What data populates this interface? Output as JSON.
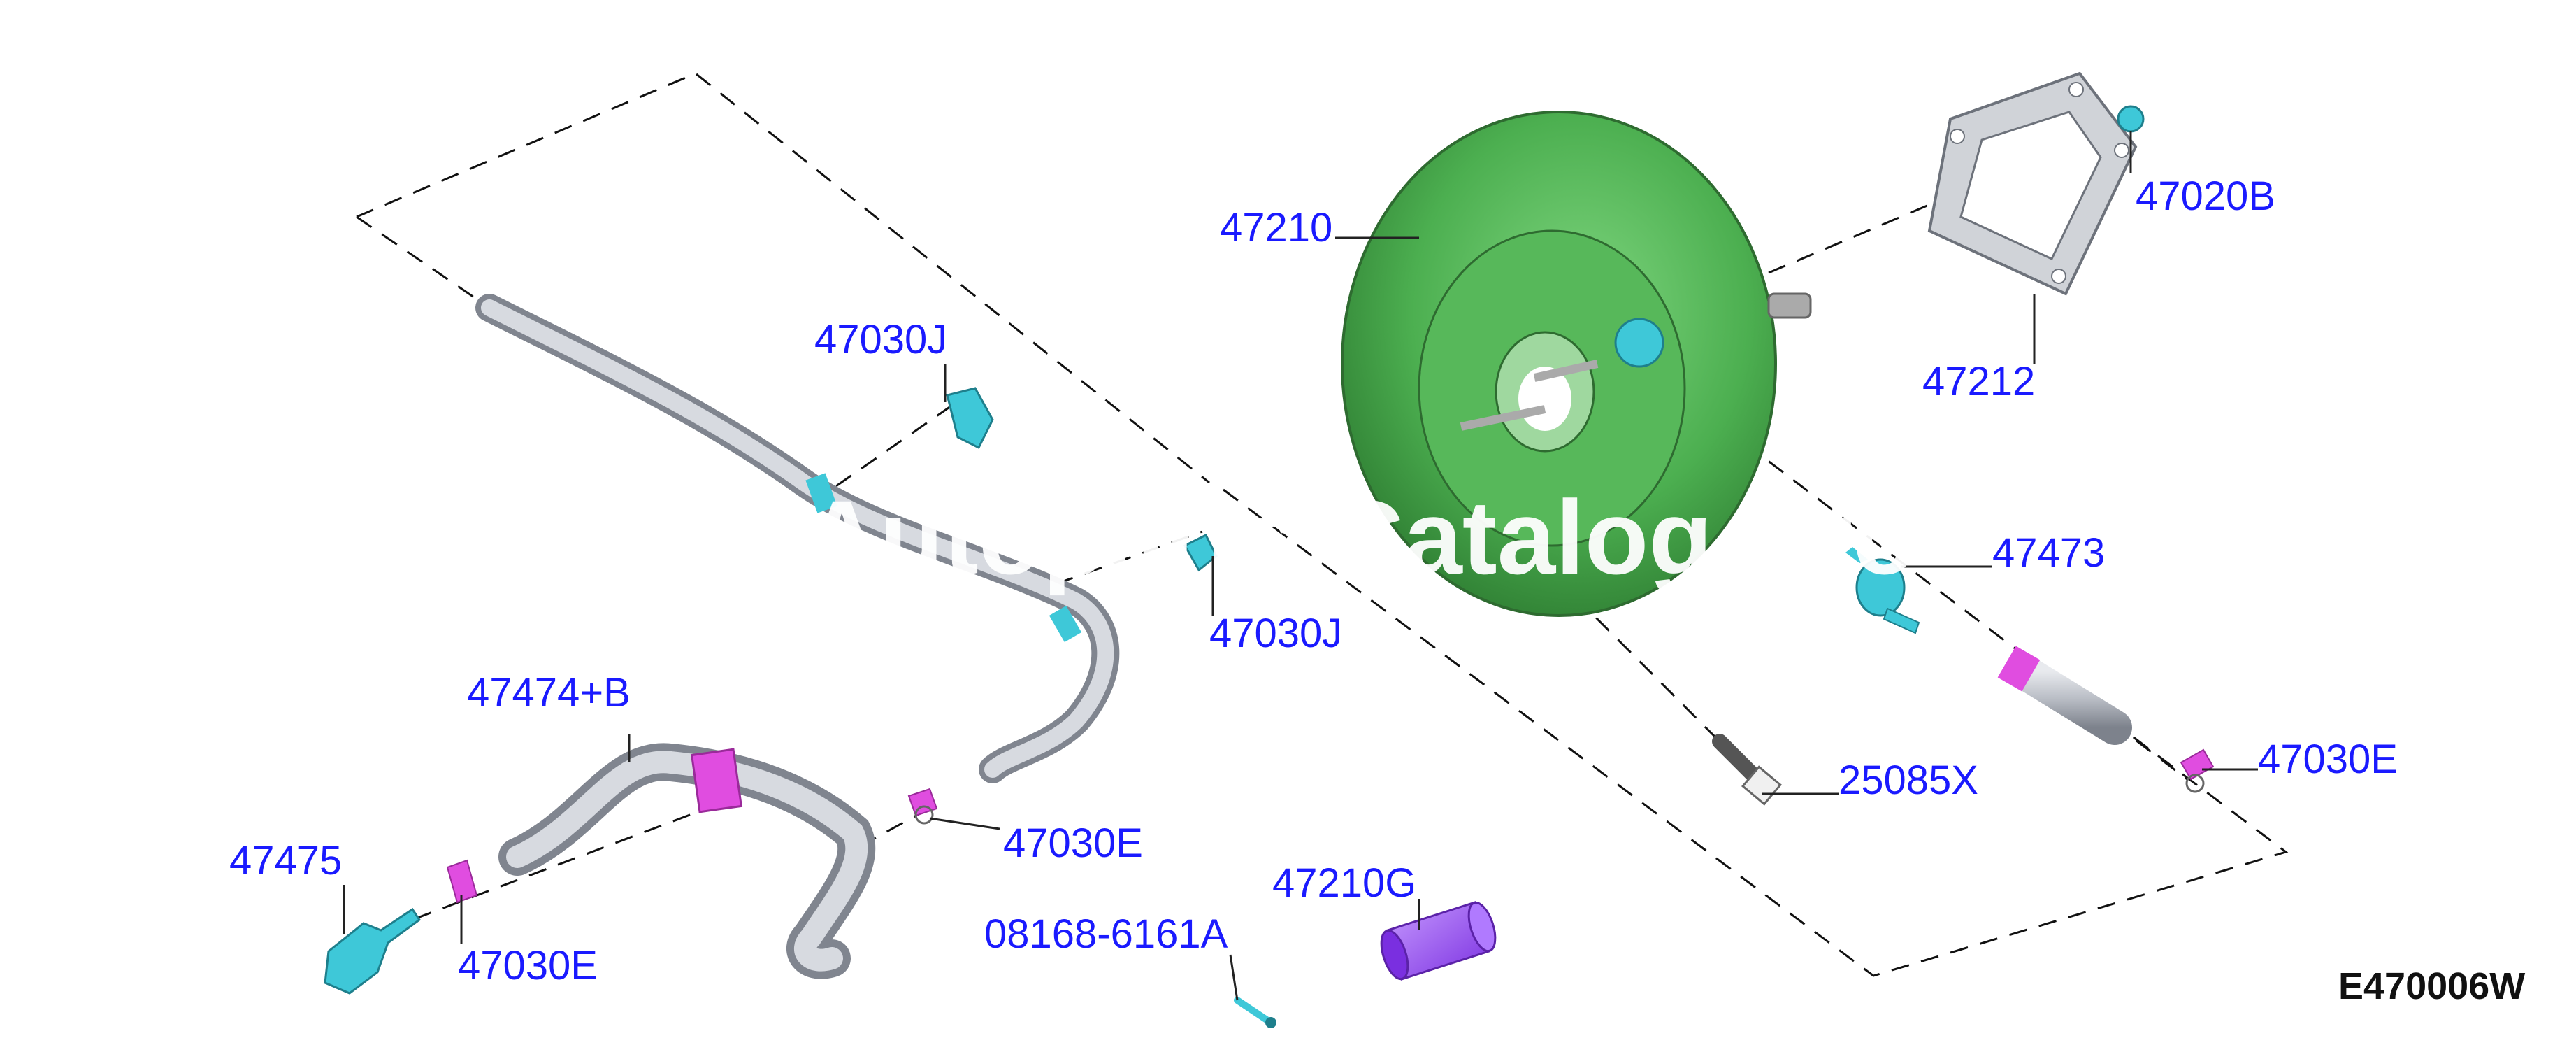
{
  "callouts": {
    "p47210": "47210",
    "p47020B": "47020B",
    "p47212": "47212",
    "p47473": "47473",
    "p47030E_right": "47030E",
    "p25085X": "25085X",
    "p47030J_top": "47030J",
    "p47030J_mid": "47030J",
    "p47474B": "47474+B",
    "p47030E_mid": "47030E",
    "p47475": "47475",
    "p47030E_left": "47030E",
    "p47210G": "47210G",
    "p08168": "08168-6161A"
  },
  "diagram_code": "E470006W",
  "watermark": "Autoparts Catalog Pro",
  "colors": {
    "booster": "#4caf50",
    "hose": "#b8bcc4",
    "clip_magenta": "#e04de0",
    "fitting_cyan": "#3ec8d8",
    "filter_purple": "#9b4dff",
    "callout_blue": "#1a1aff"
  }
}
